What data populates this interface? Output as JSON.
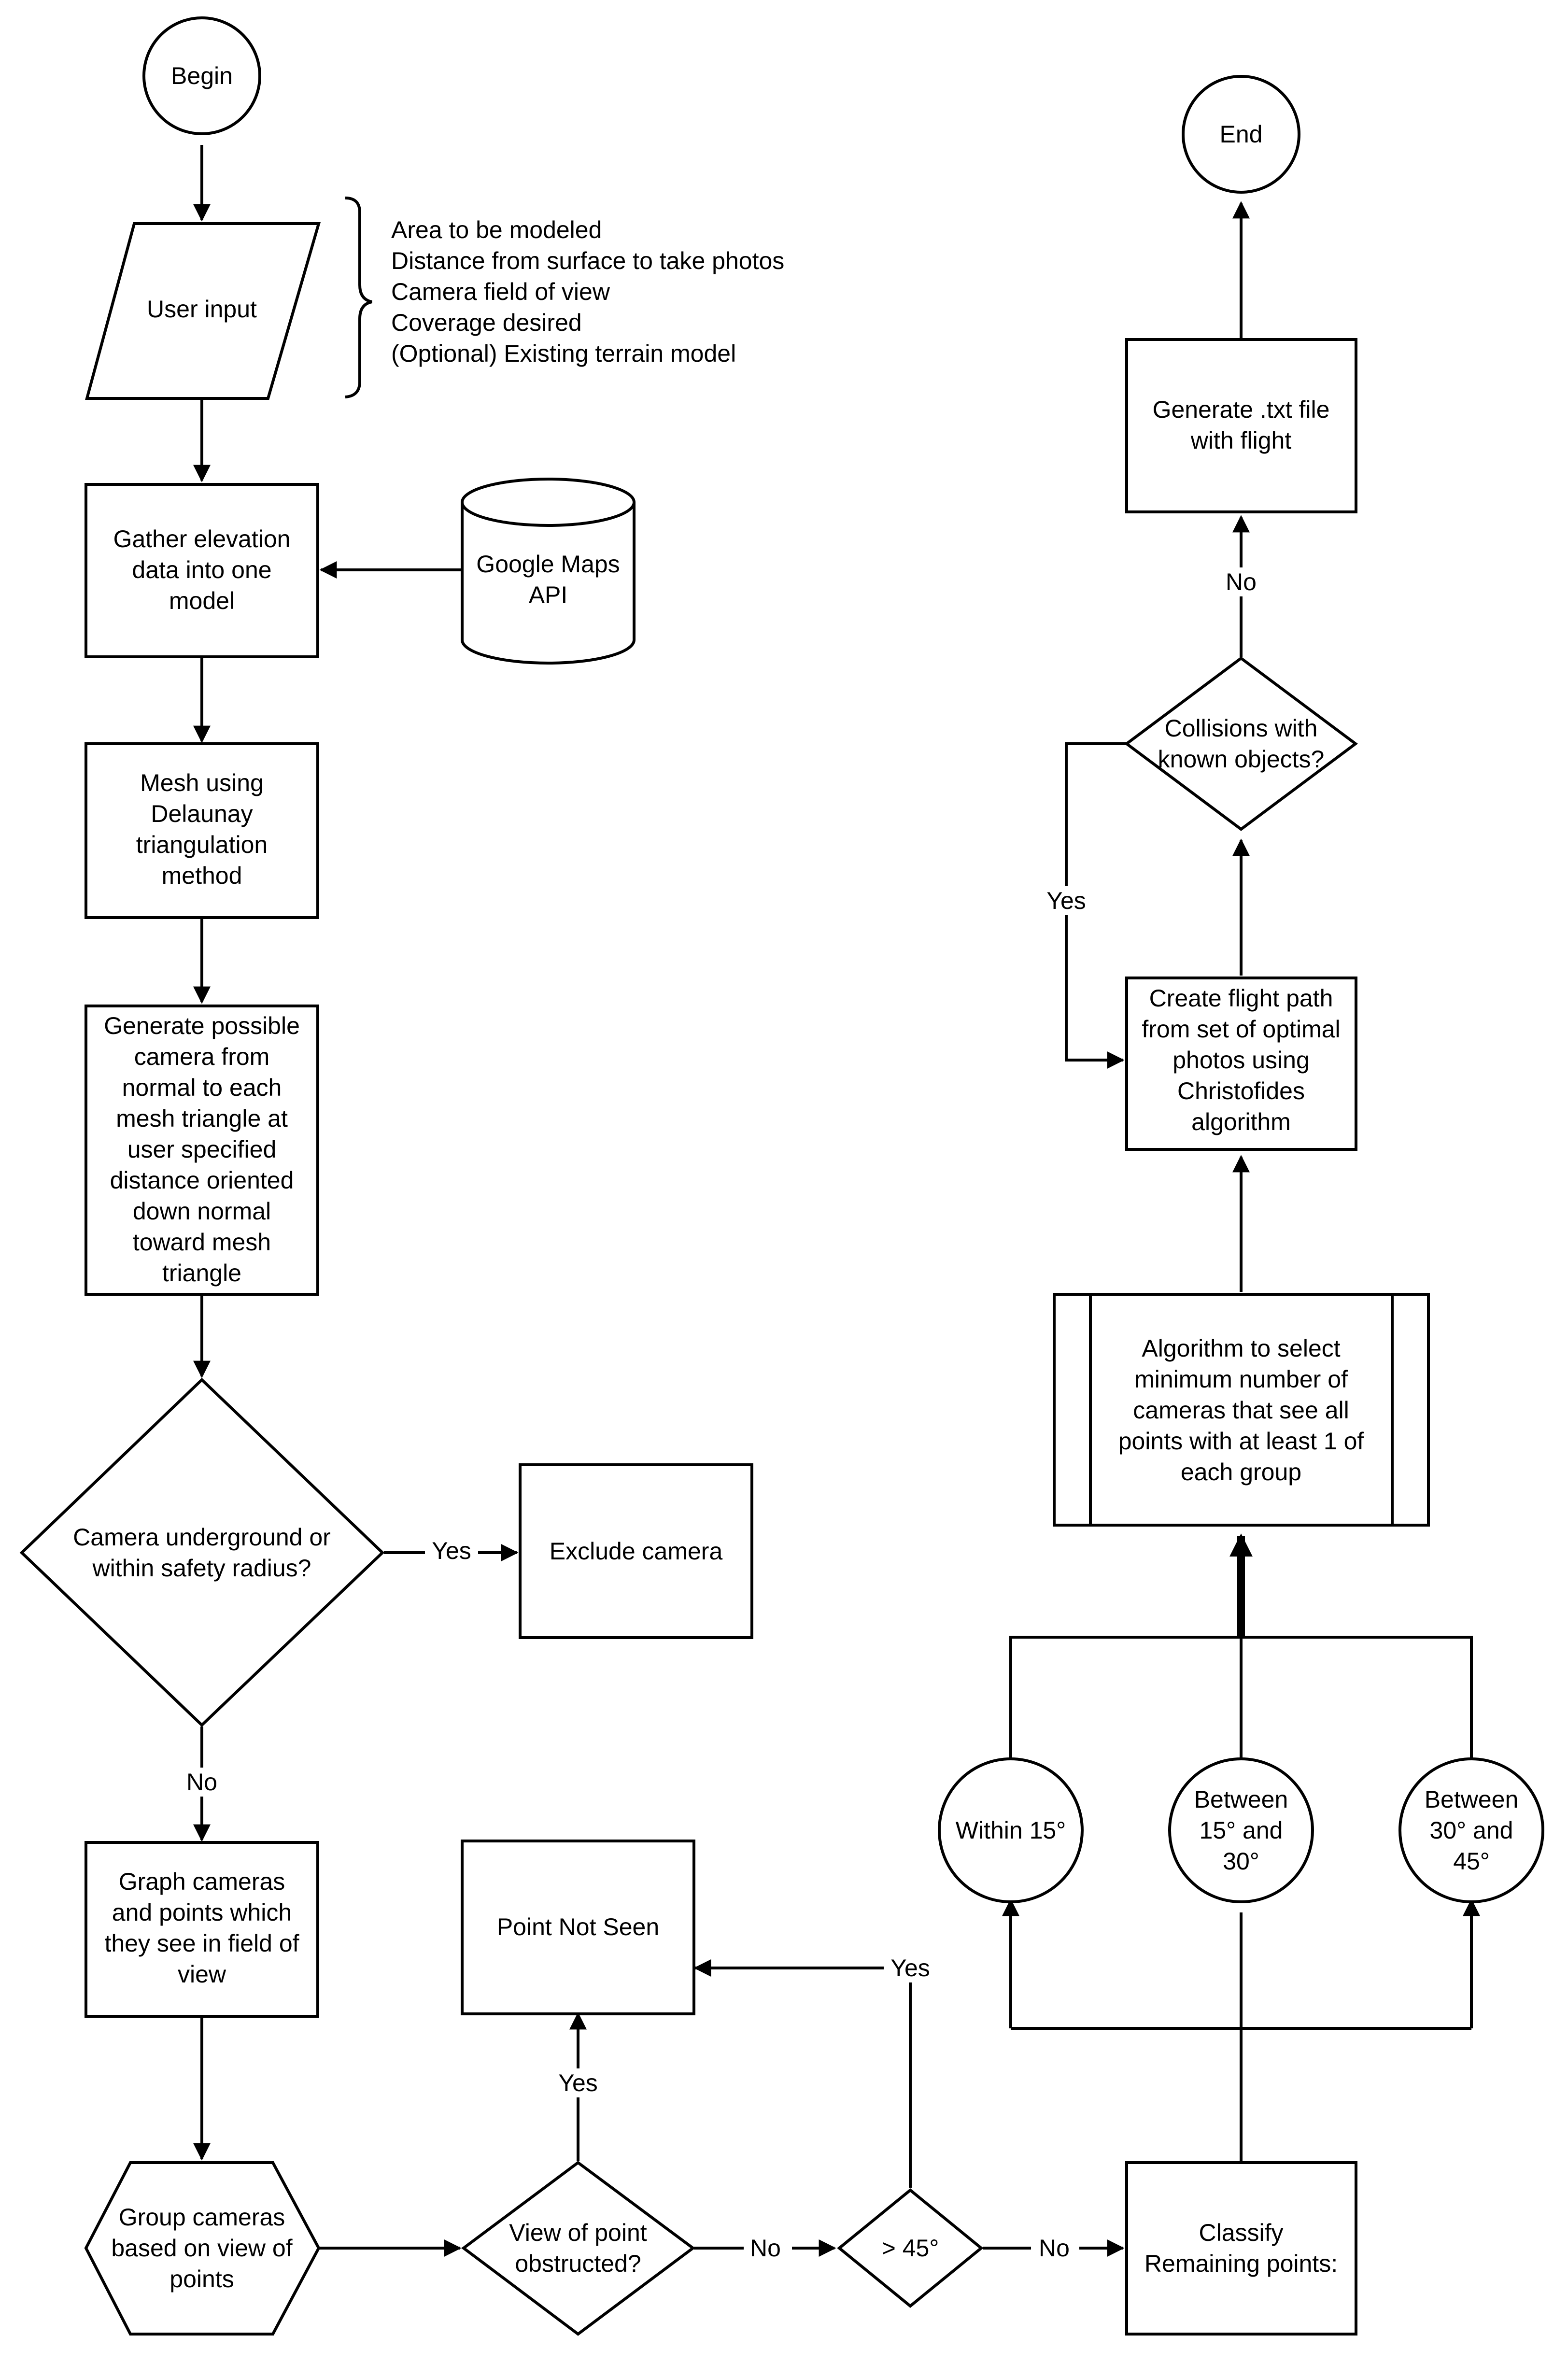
{
  "diagram": {
    "nodes": {
      "begin": {
        "lines": [
          "Begin"
        ]
      },
      "user_input": {
        "lines": [
          "User input"
        ]
      },
      "gather": {
        "lines": [
          "Gather elevation",
          "data into one",
          "model"
        ]
      },
      "google": {
        "lines": [
          "Google Maps",
          "API"
        ]
      },
      "mesh": {
        "lines": [
          "Mesh using",
          "Delaunay",
          "triangulation",
          "method"
        ]
      },
      "generate_camera": {
        "lines": [
          "Generate possible",
          "camera from",
          "normal to each",
          "mesh triangle at",
          "user specified",
          "distance oriented",
          "down normal",
          "toward mesh",
          "triangle"
        ]
      },
      "underground": {
        "lines": [
          "Camera underground or",
          "within safety radius?"
        ]
      },
      "exclude": {
        "lines": [
          "Exclude camera"
        ]
      },
      "graph": {
        "lines": [
          "Graph cameras",
          "and points which",
          "they see in field of",
          "view"
        ]
      },
      "group": {
        "lines": [
          "Group cameras",
          "based on view of",
          "points"
        ]
      },
      "obstructed": {
        "lines": [
          "View of point",
          "obstructed?"
        ]
      },
      "not_seen": {
        "lines": [
          "Point Not Seen"
        ]
      },
      "gt45": {
        "lines": [
          "> 45°"
        ]
      },
      "classify": {
        "lines": [
          "Classify",
          "Remaining points:"
        ]
      },
      "within15": {
        "lines": [
          "Within 15°"
        ]
      },
      "b15_30": {
        "lines": [
          "Between",
          "15° and",
          "30°"
        ]
      },
      "b30_45": {
        "lines": [
          "Between",
          "30° and",
          "45°"
        ]
      },
      "algorithm": {
        "lines": [
          "Algorithm to select",
          "minimum number of",
          "cameras that see all",
          "points with at least 1 of",
          "each group"
        ]
      },
      "flight_path": {
        "lines": [
          "Create flight path",
          "from set of optimal",
          "photos using",
          "Christofides",
          "algorithm"
        ]
      },
      "collisions": {
        "lines": [
          "Collisions with",
          "known objects?"
        ]
      },
      "txt": {
        "lines": [
          "Generate .txt file",
          "with flight"
        ]
      },
      "end": {
        "lines": [
          "End"
        ]
      }
    },
    "input_notes": [
      "Area to be modeled",
      "Distance from surface to take photos",
      "Camera field of view",
      "Coverage desired",
      "(Optional) Existing terrain model"
    ],
    "edge_labels": {
      "underground_yes": "Yes",
      "underground_no": "No",
      "obstructed_yes": "Yes",
      "obstructed_no": "No",
      "gt45_yes": "Yes",
      "gt45_no": "No",
      "collisions_yes": "Yes",
      "collisions_no": "No"
    }
  }
}
